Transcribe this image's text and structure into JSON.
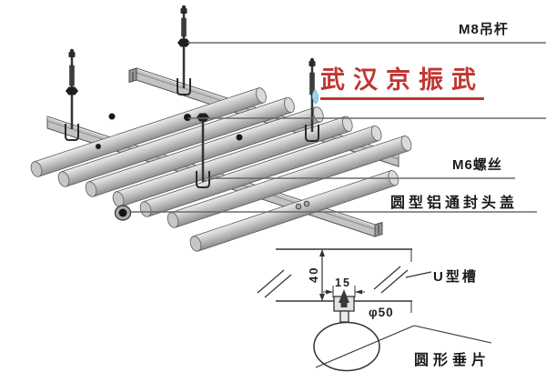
{
  "watermark": {
    "text": "武汉京振武",
    "color": "#c13530"
  },
  "callout_labels": {
    "m8_rod": "M8吊杆",
    "m6_screw": "M6螺丝",
    "end_cap": "圆型铝通封头盖"
  },
  "detail_labels": {
    "u_channel": "U型槽",
    "round_fin": "圆形垂片"
  },
  "dimensions": {
    "channel_height": "40",
    "slot_width": "15",
    "tube_diameter": "φ50"
  },
  "colors": {
    "watermark_red": "#c13530",
    "label_ink": "#1a1a1a",
    "leader_line": "#6a6a6a",
    "metal_light": "#e8e8e8",
    "metal_mid": "#c0c0c0",
    "metal_dark": "#8f8f8f",
    "hardware_dark": "#2b2b2b",
    "highlight_blue": "#9ad4ea"
  }
}
